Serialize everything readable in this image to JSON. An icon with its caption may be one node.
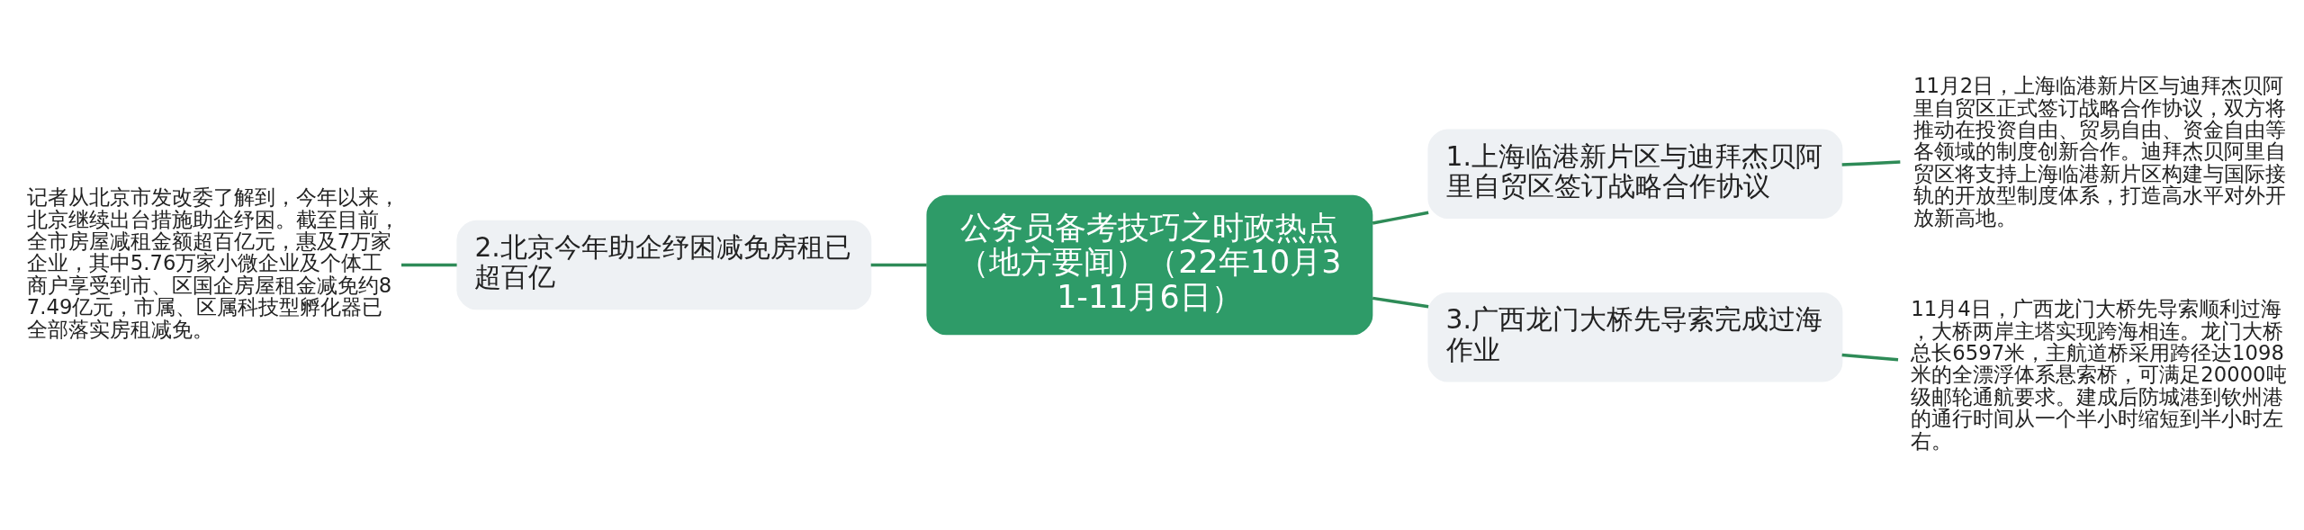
{
  "diagram": {
    "nodes": [
      {
        "text": [
          "记者从北京市发改委了解到，今年以来，北京继续出台措施助企纾困。截至目前，全市房屋减租金额超百亿元，惠及7万家企业，其中5.76万家小微企业及个体工商户享受到市、区国企房屋租金减免约87.49亿元，市属、区属科技型孵化器已全部落实房租减免。"
        ]
      },
      {
        "text": [
          "2.北京今年助企纾困减免房租已超百亿"
        ]
      },
      {
        "text": [
          "公务员备考技巧之时政热点（地方要闻）（22年10月31-11月6日）"
        ]
      },
      {
        "text": [
          "1.上海临港新片区与迪拜杰贝阿里自贸区签订战略合作协议"
        ]
      },
      {
        "text": [
          "11月2日，上海临港新片区与迪拜杰贝阿里自贸区正式签订战略合作协议，双方将推动在投资自由、贸易自由、资金自由等各领域的制度创新合作。迪拜杰贝阿里自贸区将支持上海临港新片区构建与国际接轨的开放型制度体系，打造高水平对外开放新高地。"
        ]
      },
      {
        "text": [
          "3.广西龙门大桥先导索完成过海作业"
        ]
      },
      {
        "text": [
          "11月4日，广西龙门大桥先导索顺利过海，大桥两岸主塔实现跨海相连。龙门大桥总长6597米，主航道桥采用跨径达1098米的全漂浮体系悬索桥，可满足20000吨级邮轮通航要求。建成后防城港到钦州港的通行时间从一个半小时缩短到半小时左右。"
        ]
      }
    ],
    "edges": [
      {
        "from": 0,
        "to": 1,
        "arrow": "none"
      },
      {
        "from": 1,
        "to": 2,
        "arrow": "none"
      },
      {
        "from": 2,
        "to": 3,
        "arrow": "none"
      },
      {
        "from": 3,
        "to": 4,
        "arrow": "none"
      },
      {
        "from": 2,
        "to": 5,
        "arrow": "none"
      },
      {
        "from": 5,
        "to": 6,
        "arrow": "none"
      }
    ]
  }
}
